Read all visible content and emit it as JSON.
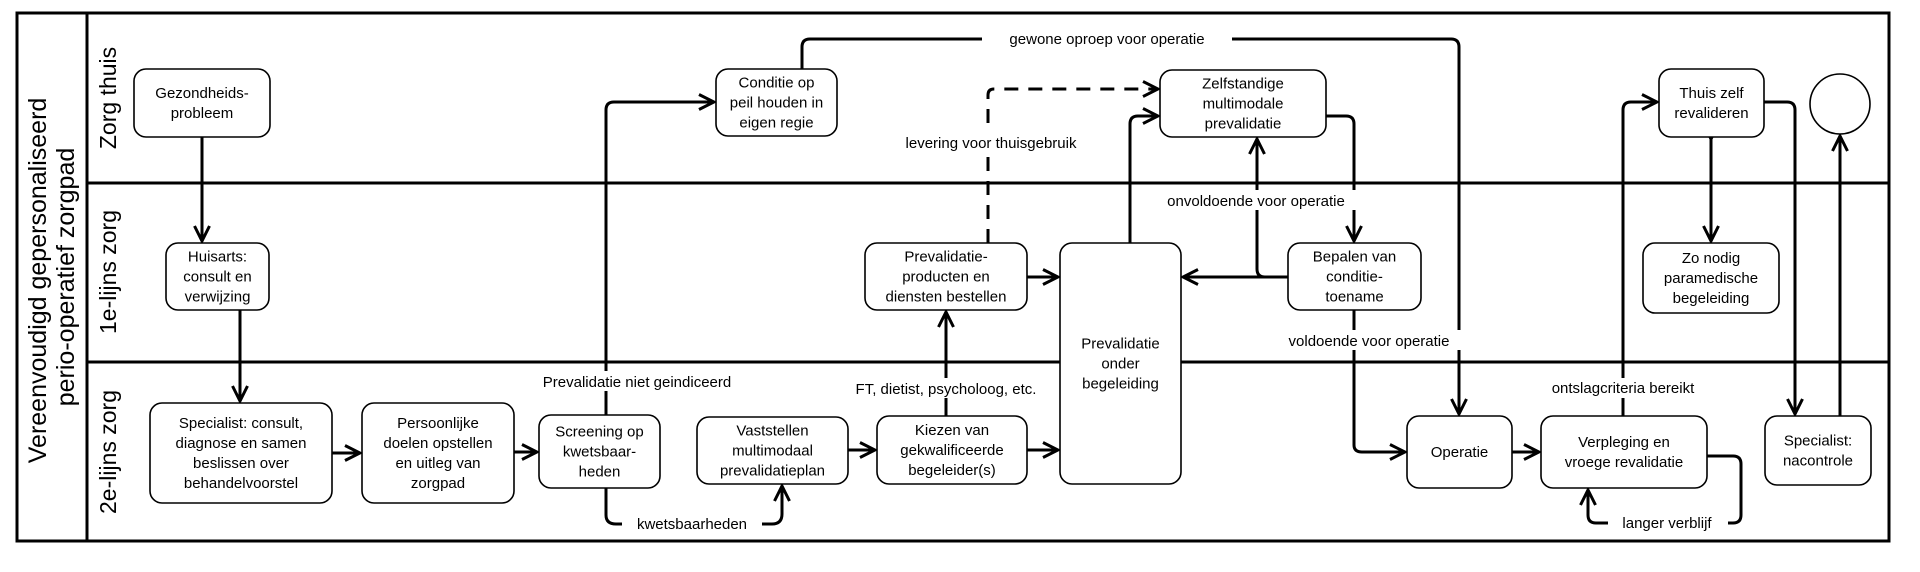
{
  "pool": {
    "title_lines": [
      "Vereenvoudigd gepersonaliseerd",
      "perio-operatief zorgpad"
    ]
  },
  "lanes": [
    {
      "id": "thuis",
      "label": "Zorg thuis"
    },
    {
      "id": "eerste",
      "label": "1e-lijns zorg"
    },
    {
      "id": "tweede",
      "label": "2e-lijns zorg"
    }
  ],
  "nodes": {
    "gezondheidsprobleem": {
      "lines": [
        "Gezondheids-",
        "probleem"
      ]
    },
    "huisarts": {
      "lines": [
        "Huisarts:",
        "consult en",
        "verwijzing"
      ]
    },
    "specialist_consult": {
      "lines": [
        "Specialist: consult,",
        "diagnose en samen",
        "beslissen over",
        "behandelvoorstel"
      ]
    },
    "persoonlijke_doelen": {
      "lines": [
        "Persoonlijke",
        "doelen opstellen",
        "en uitleg van",
        "zorgpad"
      ]
    },
    "screening": {
      "lines": [
        "Screening op",
        "kwetsbaar-",
        "heden"
      ]
    },
    "vaststellen_plan": {
      "lines": [
        "Vaststellen",
        "multimodaal",
        "prevalidatieplan"
      ]
    },
    "kiezen_begeleiders": {
      "lines": [
        "Kiezen van",
        "gekwalificeerde",
        "begeleider(s)"
      ]
    },
    "conditie_op_peil": {
      "lines": [
        "Conditie op",
        "peil houden in",
        "eigen regie"
      ]
    },
    "producten_bestellen": {
      "lines": [
        "Prevalidatie-",
        "producten en",
        "diensten bestellen"
      ]
    },
    "prevalidatie_begeleiding": {
      "lines": [
        "Prevalidatie",
        "onder",
        "begeleiding"
      ]
    },
    "zelfstandige_prevalidatie": {
      "lines": [
        "Zelfstandige",
        "multimodale",
        "prevalidatie"
      ]
    },
    "bepalen_conditietoename": {
      "lines": [
        "Bepalen van",
        "conditie-",
        "toename"
      ]
    },
    "operatie": {
      "lines": [
        "Operatie"
      ]
    },
    "verpleging": {
      "lines": [
        "Verpleging en",
        "vroege revalidatie"
      ]
    },
    "thuis_revalideren": {
      "lines": [
        "Thuis zelf",
        "revalideren"
      ]
    },
    "paramedische_begeleiding": {
      "lines": [
        "Zo nodig",
        "paramedische",
        "begeleiding"
      ]
    },
    "specialist_nacontrole": {
      "lines": [
        "Specialist:",
        "nacontrole"
      ]
    },
    "end_event": {
      "lines": []
    }
  },
  "edge_labels": {
    "gewone_oproep": "gewone oproep voor operatie",
    "levering_thuisgebruik": "levering voor thuisgebruik",
    "onvoldoende": "onvoldoende voor operatie",
    "voldoende": "voldoende voor operatie",
    "niet_geindiceerd": "Prevalidatie niet geindiceerd",
    "ft_dietist": "FT, dietist, psycholoog, etc.",
    "kwetsbaarheden": "kwetsbaarheden",
    "ontslagcriteria": "ontslagcriteria bereikt",
    "langer_verblijf": "langer verblijf"
  }
}
